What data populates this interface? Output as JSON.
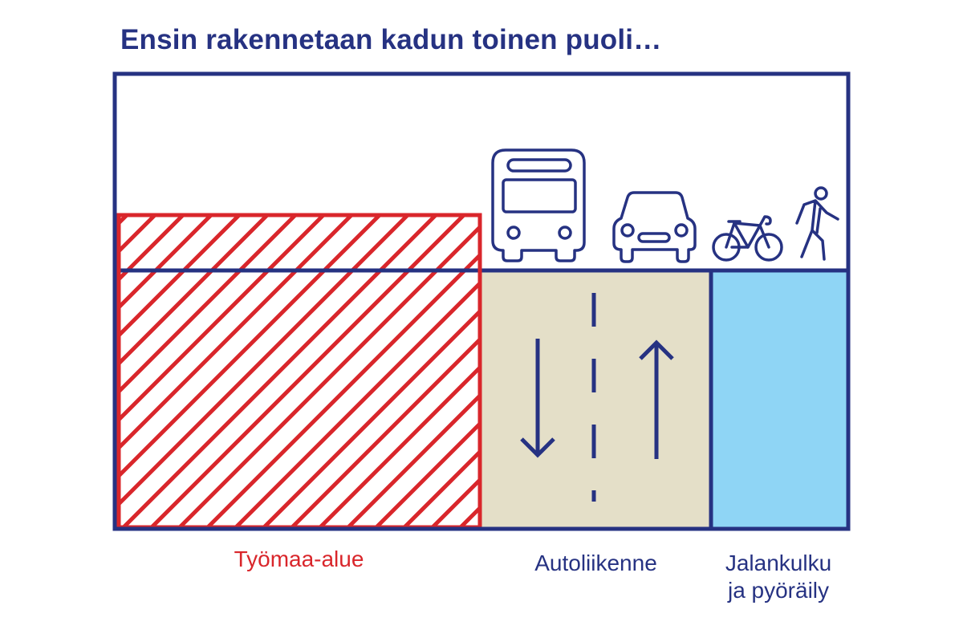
{
  "title": "Ensin rakennetaan kadun toinen puoli…",
  "zones": {
    "work_area": "Työmaa-alue",
    "traffic": "Autoliikenne",
    "pedestrian_line1": "Jalankulku",
    "pedestrian_line2": "ja pyöräily"
  },
  "colors": {
    "navy": "#263282",
    "red": "#d9262b",
    "road": "#e4dfc8",
    "sidewalk": "#8fd5f5"
  },
  "icons": [
    "bus-icon",
    "car-icon",
    "bicycle-icon",
    "pedestrian-icon",
    "arrow-down-icon",
    "arrow-up-icon"
  ]
}
